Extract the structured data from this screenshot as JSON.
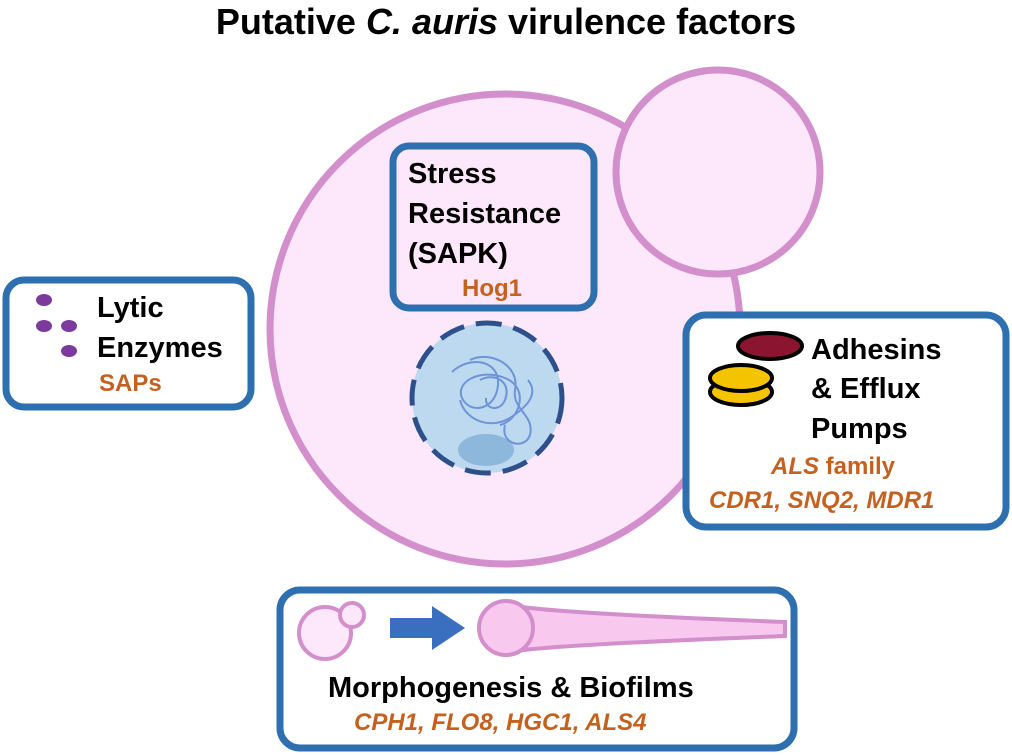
{
  "title": {
    "prefix": "Putative ",
    "species": "C. auris",
    "suffix": " virulence factors"
  },
  "colors": {
    "cell_fill": "#fde8fb",
    "cell_stroke": "#d28fcc",
    "box_stroke": "#2e6fb0",
    "nucleus_fill": "#bcd9ef",
    "nucleus_stroke": "#2d4f8a",
    "gene_text": "#c5611e",
    "enzyme_dot": "#7b3a9c",
    "adhesin": "#8b1430",
    "efflux_pump": "#f5c400",
    "arrow": "#3a6fc0"
  },
  "boxes": {
    "stress": {
      "line1": "Stress",
      "line2": "Resistance",
      "line3": "(SAPK)",
      "gene": "Hog1"
    },
    "lytic": {
      "line1": "Lytic",
      "line2": "Enzymes",
      "gene": "SAPs"
    },
    "adhesins": {
      "line1": "Adhesins",
      "line2": "& Efflux",
      "line3": "Pumps",
      "gene1_italic": "ALS",
      "gene1_rest": " family",
      "gene2": "CDR1, SNQ2, MDR1"
    },
    "morphogenesis": {
      "label": "Morphogenesis & Biofilms",
      "gene": "CPH1, FLO8, HGC1, ALS4"
    }
  },
  "icons": [
    "enzyme-dots-icon",
    "adhesin-icon",
    "efflux-pump-icon",
    "yeast-cell-icon",
    "hypha-icon",
    "right-arrow-icon",
    "nucleus-icon",
    "chromatin-icon"
  ]
}
